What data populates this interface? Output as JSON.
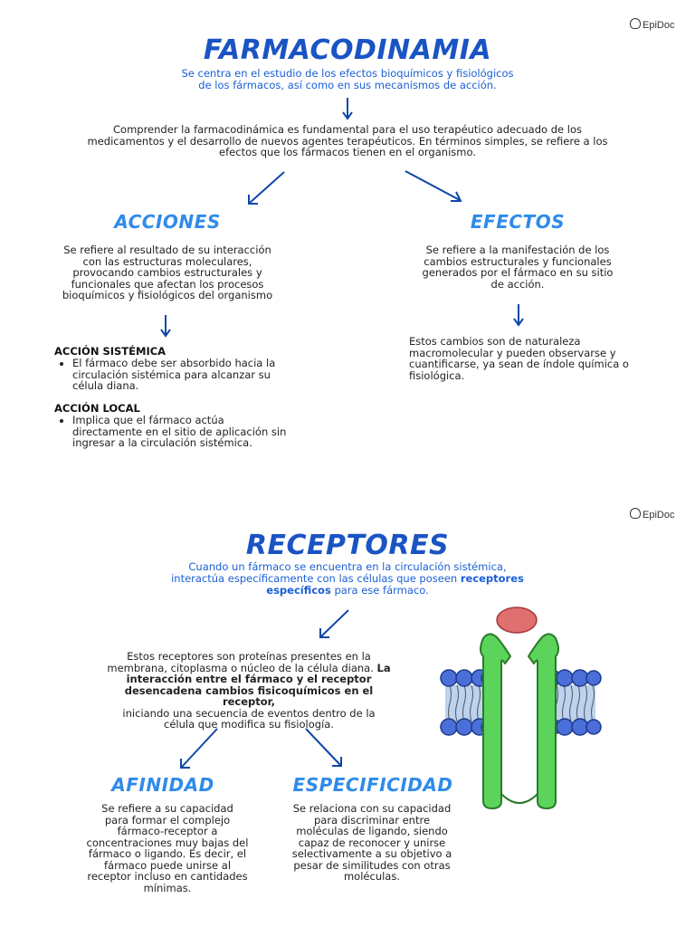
{
  "brand": "EpiDoc",
  "section1": {
    "title": "FARMACODINAMIA",
    "subtitle_line1": "Se centra en el estudio de los efectos bioquímicos y fisiológicos",
    "subtitle_line2": "de los fármacos, así como en sus mecanismos de acción.",
    "intro_line1": "Comprender la farmacodinámica es fundamental para el uso terapéutico adecuado de los",
    "intro_line2": "medicamentos y el desarrollo de nuevos agentes terapéuticos. En términos simples, se refiere a los",
    "intro_line3": "efectos que los fármacos tienen en el organismo.",
    "acciones": {
      "heading": "ACCIONES",
      "lines": [
        "Se refiere al resultado de su interacción",
        "con las estructuras moleculares,",
        "provocando cambios estructurales y",
        "funcionales que afectan los procesos",
        "bioquímicos y fisiológicos del organismo"
      ]
    },
    "efectos": {
      "heading": "EFECTOS",
      "lines": [
        "Se refiere a la manifestación de los",
        "cambios estructurales y funcionales",
        "generados por el fármaco en su sitio",
        "de acción."
      ],
      "detail_lines": [
        "Estos cambios son de naturaleza",
        "macromolecular y pueden observarse y",
        "cuantificarse, ya sean de índole química o",
        "fisiológica."
      ]
    },
    "sistemica": {
      "heading": "ACCIÓN SISTÉMICA",
      "item_lines": [
        "El fármaco debe ser absorbido hacia la",
        "circulación sistémica para alcanzar su",
        "célula diana."
      ]
    },
    "local": {
      "heading": "ACCIÓN LOCAL",
      "item_lines": [
        "Implica que el fármaco actúa",
        "directamente en el sitio de aplicación sin",
        "ingresar a la circulación sistémica."
      ]
    }
  },
  "section2": {
    "title": "RECEPTORES",
    "sub_line1": "Cuando un fármaco se encuentra en la circulación sistémica,",
    "sub_line2a": "interactúa específicamente con las células que poseen ",
    "sub_line2b": "receptores",
    "sub_line3a": "específicos",
    "sub_line3b": " para ese fármaco.",
    "desc_line1": "Estos receptores son proteínas presentes en la",
    "desc_line2a": "membrana, citoplasma o núcleo de la célula diana. ",
    "desc_line2b": "La",
    "desc_line3": "interacción entre el fármaco y el receptor",
    "desc_line4": "desencadena cambios fisicoquímicos en el receptor,",
    "desc_line5": "iniciando una secuencia de eventos dentro de la",
    "desc_line6": "célula que modifica su fisiología.",
    "afinidad": {
      "heading": "AFINIDAD",
      "lines": [
        "Se refiere a su capacidad",
        "para formar el complejo",
        "fármaco-receptor a",
        "concentraciones muy bajas del",
        "fármaco o ligando. Es decir, el",
        "fármaco puede unirse al",
        "receptor incluso en cantidades",
        "mínimas."
      ]
    },
    "especificidad": {
      "heading": "ESPECIFICIDAD",
      "lines": [
        "Se relaciona con su capacidad",
        "para discriminar entre",
        "moléculas de ligando, siendo",
        "capaz de reconocer y unirse",
        "selectivamente a su objetivo a",
        "pesar de similitudes con otras",
        "moléculas."
      ]
    }
  },
  "colors": {
    "title": "#1a54c4",
    "subheading": "#2f8bea",
    "arrow": "#0f47a8",
    "receptor": "#5cd35a",
    "ligand": "#e06f6f",
    "lipid_head": "#4a6fd8"
  }
}
